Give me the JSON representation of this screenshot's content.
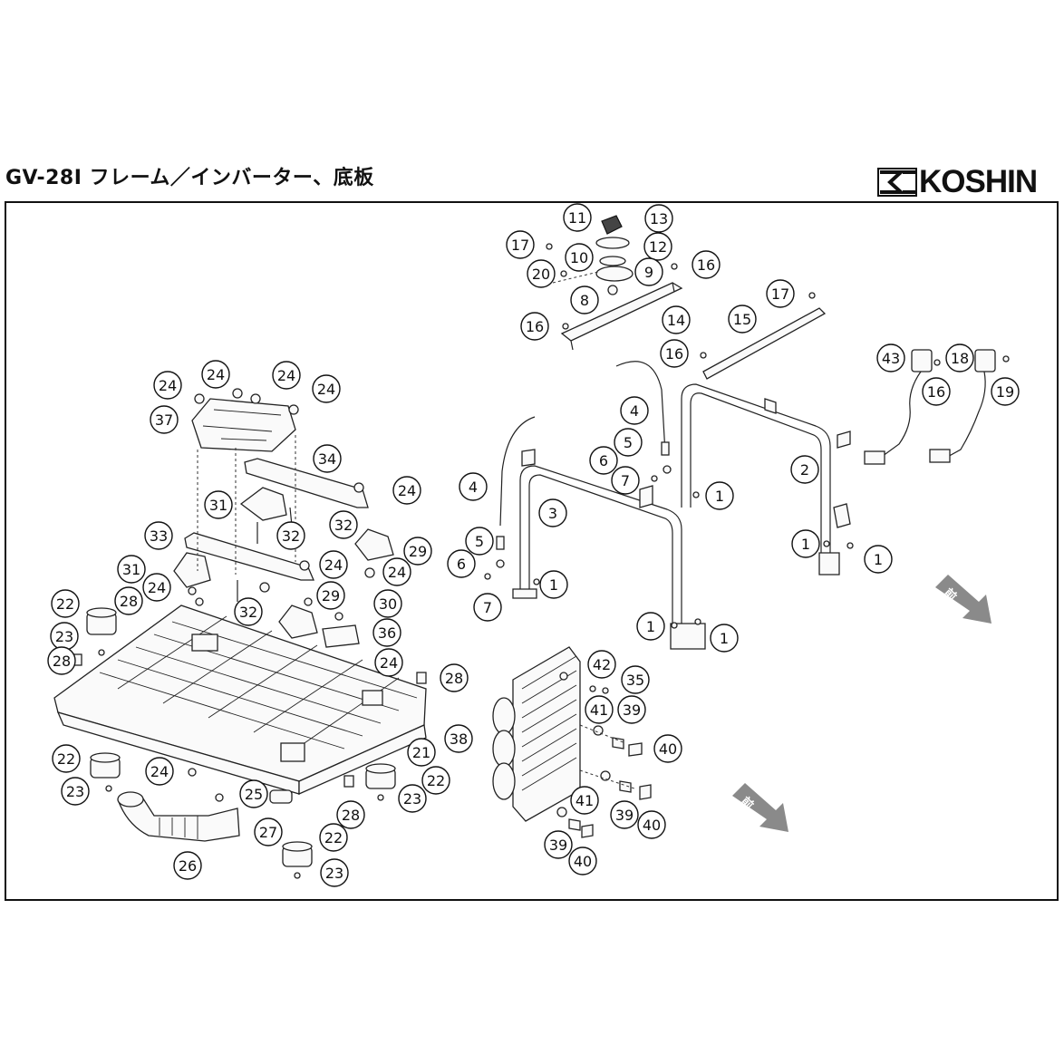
{
  "header": {
    "title": "GV-28I フレーム／インバーター、底板",
    "brand": "KOSHIN"
  },
  "direction_label": "前",
  "callouts": [
    "1",
    "2",
    "3",
    "4",
    "5",
    "6",
    "7",
    "8",
    "9",
    "10",
    "11",
    "12",
    "13",
    "14",
    "15",
    "16",
    "17",
    "18",
    "19",
    "20",
    "21",
    "22",
    "23",
    "24",
    "25",
    "26",
    "27",
    "28",
    "29",
    "30",
    "31",
    "32",
    "33",
    "34",
    "35",
    "36",
    "37",
    "38",
    "39",
    "40",
    "41",
    "42",
    "43"
  ]
}
